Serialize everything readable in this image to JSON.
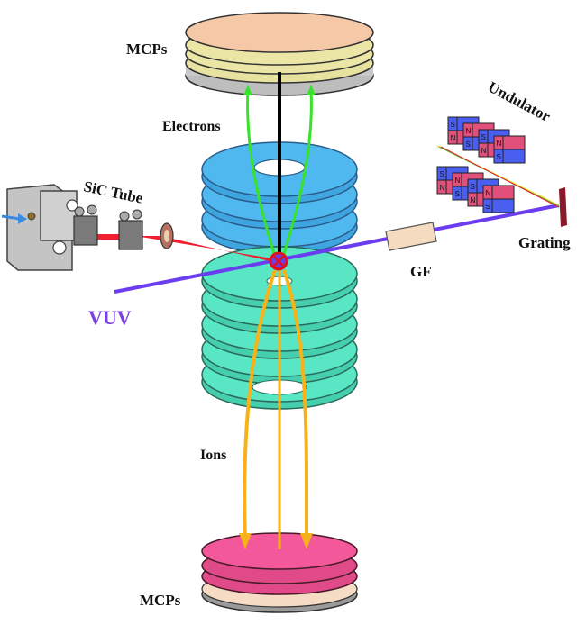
{
  "labels": {
    "mcps_top": "MCPs",
    "electrons": "Electrons",
    "undulator": "Undulator",
    "sic_tube": "SiC Tube",
    "grating": "Grating",
    "gf": "GF",
    "vuv": "VUV",
    "ions": "Ions",
    "mcps_bottom": "MCPs"
  },
  "magnet_labels": {
    "south": "S",
    "north": "N"
  },
  "colors": {
    "vuv_beam": "#6a3df0",
    "vuv_text": "#7a3fe0",
    "molecular_beam": "#f02030",
    "electron_path": "#39e22a",
    "ion_path": "#f7b21a",
    "electrode_upper": "#4fb9ef",
    "electrode_lower": "#58e6c4",
    "mcp_top": "#f5c9a8",
    "mcp_top_mid": "#ece6a6",
    "mcp_bottom": "#f2589a",
    "magnet_blue": "#4a5ff0",
    "magnet_red": "#e0507a",
    "grating": "#8a1a2a",
    "gf": "#f5dcc0"
  }
}
